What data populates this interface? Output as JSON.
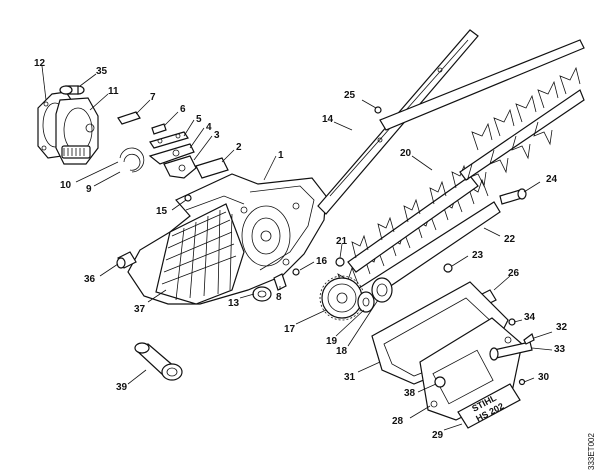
{
  "diagram": {
    "drawing_code": "333ET002",
    "plate_brand": "STIHL",
    "plate_model": "HS 202",
    "callouts": [
      {
        "id": "c1",
        "label": "1"
      },
      {
        "id": "c2",
        "label": "2"
      },
      {
        "id": "c3",
        "label": "3"
      },
      {
        "id": "c4",
        "label": "4"
      },
      {
        "id": "c5",
        "label": "5"
      },
      {
        "id": "c6",
        "label": "6"
      },
      {
        "id": "c7",
        "label": "7"
      },
      {
        "id": "c8",
        "label": "8"
      },
      {
        "id": "c9",
        "label": "9"
      },
      {
        "id": "c10",
        "label": "10"
      },
      {
        "id": "c11",
        "label": "11"
      },
      {
        "id": "c12",
        "label": "12"
      },
      {
        "id": "c13",
        "label": "13"
      },
      {
        "id": "c14",
        "label": "14"
      },
      {
        "id": "c15",
        "label": "15"
      },
      {
        "id": "c16",
        "label": "16"
      },
      {
        "id": "c17",
        "label": "17"
      },
      {
        "id": "c18",
        "label": "18"
      },
      {
        "id": "c19",
        "label": "19"
      },
      {
        "id": "c20",
        "label": "20"
      },
      {
        "id": "c21",
        "label": "21"
      },
      {
        "id": "c22",
        "label": "22"
      },
      {
        "id": "c23",
        "label": "23"
      },
      {
        "id": "c24",
        "label": "24"
      },
      {
        "id": "c25",
        "label": "25"
      },
      {
        "id": "c26",
        "label": "26"
      },
      {
        "id": "c28",
        "label": "28"
      },
      {
        "id": "c29",
        "label": "29"
      },
      {
        "id": "c30",
        "label": "30"
      },
      {
        "id": "c31",
        "label": "31"
      },
      {
        "id": "c32",
        "label": "32"
      },
      {
        "id": "c33",
        "label": "33"
      },
      {
        "id": "c34",
        "label": "34"
      },
      {
        "id": "c35",
        "label": "35"
      },
      {
        "id": "c36",
        "label": "36"
      },
      {
        "id": "c37",
        "label": "37"
      },
      {
        "id": "c38",
        "label": "38"
      },
      {
        "id": "c39",
        "label": "39"
      }
    ]
  }
}
